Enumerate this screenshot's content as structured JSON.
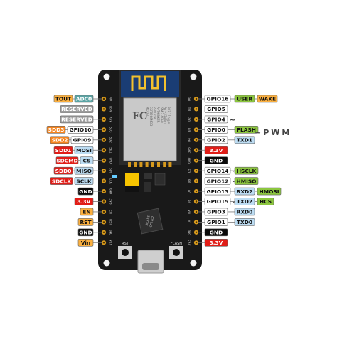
{
  "title": "",
  "pwm_label": "~PWM",
  "pwm_marker": "~",
  "colors": {
    "board": "#191919",
    "pin_gold": "#d79a1d",
    "gpio_box": "#ffffff",
    "power_red": "#e11d17",
    "gnd_black": "#0a0a0a",
    "orange": "#f6851f",
    "light_blue": "#bcdcf2",
    "green": "#8cc63f",
    "yellow": "#fbb040",
    "gray_reserved": "#9c9c9c",
    "teal": "#5ba4a4"
  },
  "left_pins": [
    {
      "pin_label": "A0",
      "tags": [
        {
          "text": "TOUT",
          "color": "yellow"
        },
        {
          "text": "ADC0",
          "color": "teal"
        }
      ]
    },
    {
      "pin_label": "RSV",
      "tags": [
        {
          "text": "RESERVED",
          "color": "gray_reserved"
        }
      ]
    },
    {
      "pin_label": "RSV",
      "tags": [
        {
          "text": "RESERVED",
          "color": "gray_reserved"
        }
      ]
    },
    {
      "pin_label": "SD3",
      "tags": [
        {
          "text": "SDD3",
          "color": "orange"
        },
        {
          "text": "GPIO10",
          "color": "gpio_box"
        }
      ]
    },
    {
      "pin_label": "SD2",
      "tags": [
        {
          "text": "SDD2",
          "color": "orange"
        },
        {
          "text": "GPIO9",
          "color": "gpio_box"
        }
      ]
    },
    {
      "pin_label": "SD1",
      "tags": [
        {
          "text": "SDD1",
          "color": "power_red"
        },
        {
          "text": "MOSI",
          "color": "light_blue"
        }
      ]
    },
    {
      "pin_label": "CMD",
      "tags": [
        {
          "text": "SDCMD",
          "color": "power_red"
        },
        {
          "text": "CS",
          "color": "light_blue"
        }
      ]
    },
    {
      "pin_label": "SD0",
      "tags": [
        {
          "text": "SDD0",
          "color": "power_red"
        },
        {
          "text": "MISO",
          "color": "light_blue"
        }
      ]
    },
    {
      "pin_label": "CLK",
      "tags": [
        {
          "text": "SDCLK",
          "color": "power_red"
        },
        {
          "text": "SCLK",
          "color": "light_blue"
        }
      ]
    },
    {
      "pin_label": "GND",
      "tags": [
        {
          "text": "GND",
          "color": "gnd_black"
        }
      ]
    },
    {
      "pin_label": "3V3",
      "tags": [
        {
          "text": "3.3V",
          "color": "power_red"
        }
      ]
    },
    {
      "pin_label": "EN",
      "tags": [
        {
          "text": "EN",
          "color": "yellow"
        }
      ]
    },
    {
      "pin_label": "RST",
      "tags": [
        {
          "text": "RST",
          "color": "yellow"
        }
      ]
    },
    {
      "pin_label": "GND",
      "tags": [
        {
          "text": "GND",
          "color": "gnd_black"
        }
      ]
    },
    {
      "pin_label": "Vin",
      "tags": [
        {
          "text": "Vin",
          "color": "yellow"
        }
      ]
    }
  ],
  "right_pins": [
    {
      "pin_label": "D0",
      "gpio": "GPIO16",
      "pwm": false,
      "tags": [
        {
          "text": "USER",
          "color": "green"
        },
        {
          "text": "WAKE",
          "color": "yellow"
        }
      ]
    },
    {
      "pin_label": "D1",
      "gpio": "GPIO5",
      "pwm": false,
      "tags": []
    },
    {
      "pin_label": "D2",
      "gpio": "GPIO4",
      "pwm": true,
      "tags": []
    },
    {
      "pin_label": "D3",
      "gpio": "GPIO0",
      "pwm": false,
      "tags": [
        {
          "text": "FLASH",
          "color": "green"
        }
      ]
    },
    {
      "pin_label": "D4",
      "gpio": "GPIO2",
      "pwm": false,
      "tags": [
        {
          "text": "TXD1",
          "color": "light_blue"
        }
      ]
    },
    {
      "pin_label": "3V3",
      "gpio": "3.3V",
      "pwm": false,
      "power": "power_red",
      "tags": []
    },
    {
      "pin_label": "GND",
      "gpio": "GND",
      "pwm": false,
      "power": "gnd_black",
      "tags": []
    },
    {
      "pin_label": "D5",
      "gpio": "GPIO14",
      "pwm": true,
      "tags": [
        {
          "text": "HSCLK",
          "color": "green"
        }
      ]
    },
    {
      "pin_label": "D6",
      "gpio": "GPIO12",
      "pwm": true,
      "tags": [
        {
          "text": "HMISO",
          "color": "green"
        }
      ]
    },
    {
      "pin_label": "D7",
      "gpio": "GPIO13",
      "pwm": false,
      "tags": [
        {
          "text": "RXD2",
          "color": "light_blue"
        },
        {
          "text": "HMOSI",
          "color": "green"
        }
      ]
    },
    {
      "pin_label": "D8",
      "gpio": "GPIO15",
      "pwm": true,
      "tags": [
        {
          "text": "TXD2",
          "color": "light_blue"
        },
        {
          "text": "HCS",
          "color": "green"
        }
      ]
    },
    {
      "pin_label": "RX",
      "gpio": "GPIO3",
      "pwm": false,
      "tags": [
        {
          "text": "RXD0",
          "color": "light_blue"
        }
      ]
    },
    {
      "pin_label": "TX",
      "gpio": "GPIO1",
      "pwm": false,
      "tags": [
        {
          "text": "TXD0",
          "color": "light_blue"
        }
      ]
    },
    {
      "pin_label": "GND",
      "gpio": "GND",
      "pwm": false,
      "power": "gnd_black",
      "tags": []
    },
    {
      "pin_label": "3V3",
      "gpio": "3.3V",
      "pwm": false,
      "power": "power_red",
      "tags": []
    }
  ],
  "board": {
    "module_lines": [
      "MODEL",
      "ESP8266MOD",
      "VENDOR",
      "AI-THINKER",
      "ISM 2.4GHz",
      "PA +25dBm",
      "802.11b/g/n"
    ],
    "usb_chip_lines": [
      "SILABS",
      "CP2102"
    ],
    "fcc_mark": "FC",
    "btn_rst": "RST",
    "btn_flash": "FLASH"
  }
}
